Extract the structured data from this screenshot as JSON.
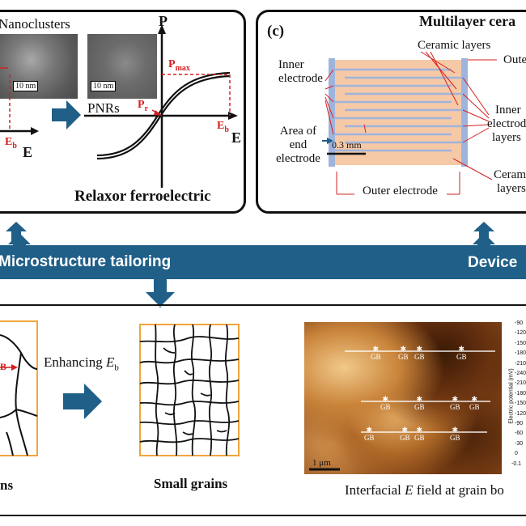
{
  "panel_a": {
    "nanoclusters_label": "Nanoclusters",
    "scale_bar_1": "10 nm",
    "scale_bar_2": "10 nm",
    "pnrs_label": "PNRs",
    "axis_p": "P",
    "axis_e_left": "E",
    "eb_left": "E",
    "eb_left_sub": "b",
    "axis_e_right": "E",
    "pmax": "P",
    "pmax_sub": "max",
    "pr": "P",
    "pr_sub": "r",
    "eb_right": "E",
    "eb_right_sub": "b",
    "title": "Relaxor ferroelectric"
  },
  "panel_c": {
    "tag": "(c)",
    "title": "Multilayer cera",
    "ceramic_layers_top": "Ceramic layers",
    "inner_electrode": [
      "Inner",
      "electrode"
    ],
    "outer_right_top": "Oute",
    "inner_electrode_layers": [
      "Inner",
      "electrod",
      "layers"
    ],
    "area_end_electrode": [
      "Area of",
      "end",
      "electrode"
    ],
    "scale_bar": "0.3 mm",
    "ceramic_layers_right": [
      "Ceram",
      "layers"
    ],
    "outer_electrode": "Outer electrode"
  },
  "banner": {
    "left_text": "Microstructure tailoring",
    "right_text": "Device"
  },
  "panel_bottom": {
    "left_label": "ns",
    "enhancing_label": "Enhancing ",
    "enhancing_e": "E",
    "enhancing_sub": "b",
    "left_b_label": "B",
    "small_grains": "Small grains",
    "caption_prefix": "Interfacial ",
    "caption_e": "E",
    "caption_suffix": " field at grain bo",
    "afm_scale": "1 μm",
    "gb_label": "GB",
    "colorbar_axis_label": "Electric potential (mV)",
    "colorbar_ticks": [
      "-90",
      "-120",
      "-150",
      "-180",
      "-210",
      "-240",
      "-210",
      "-180",
      "-150",
      "-120",
      "-90",
      "-60",
      "-30",
      "0",
      "-0.1"
    ]
  },
  "colors": {
    "banner": "#1f5f88",
    "arrow": "#1f5f88",
    "red": "#d62020",
    "grain_box": "#f0a53a",
    "ceramic": "#f6c9a6",
    "electrode": "#9fb4dc"
  }
}
